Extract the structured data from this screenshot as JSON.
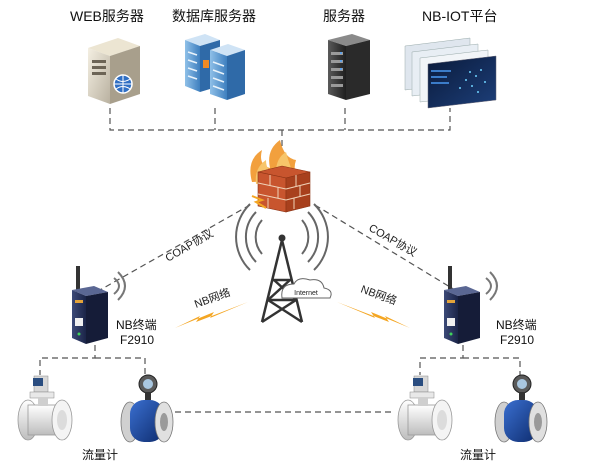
{
  "servers": [
    {
      "label": "WEB服务器",
      "icon": "web-server-icon"
    },
    {
      "label": "数据库服务器",
      "icon": "database-server-icon"
    },
    {
      "label": "服务器",
      "icon": "rack-server-icon"
    },
    {
      "label": "NB-IOT平台",
      "icon": "iot-platform-icon"
    }
  ],
  "firewall": {
    "icon": "firewall-icon"
  },
  "tower": {
    "icon": "cell-tower-icon",
    "cloud_text": "Internet"
  },
  "links": {
    "coap_left": "COAP协议",
    "coap_right": "COAP协议",
    "nb_left": "NB网络",
    "nb_right": "NB网络"
  },
  "terminals": [
    {
      "line1": "NB终端",
      "line2": "F2910",
      "icon": "nb-terminal-icon"
    },
    {
      "line1": "NB终端",
      "line2": "F2910",
      "icon": "nb-terminal-icon"
    }
  ],
  "meters": [
    {
      "label": "流量计",
      "icon": "flow-meter-icon"
    },
    {
      "label": "流量计",
      "icon": "flow-meter-icon"
    }
  ],
  "colors": {
    "line": "#555555",
    "firewall_brick": "#c8552e",
    "flame": "#f2a03d",
    "lightning": "#f4a623",
    "meter_blue": "#1a3f8f"
  }
}
